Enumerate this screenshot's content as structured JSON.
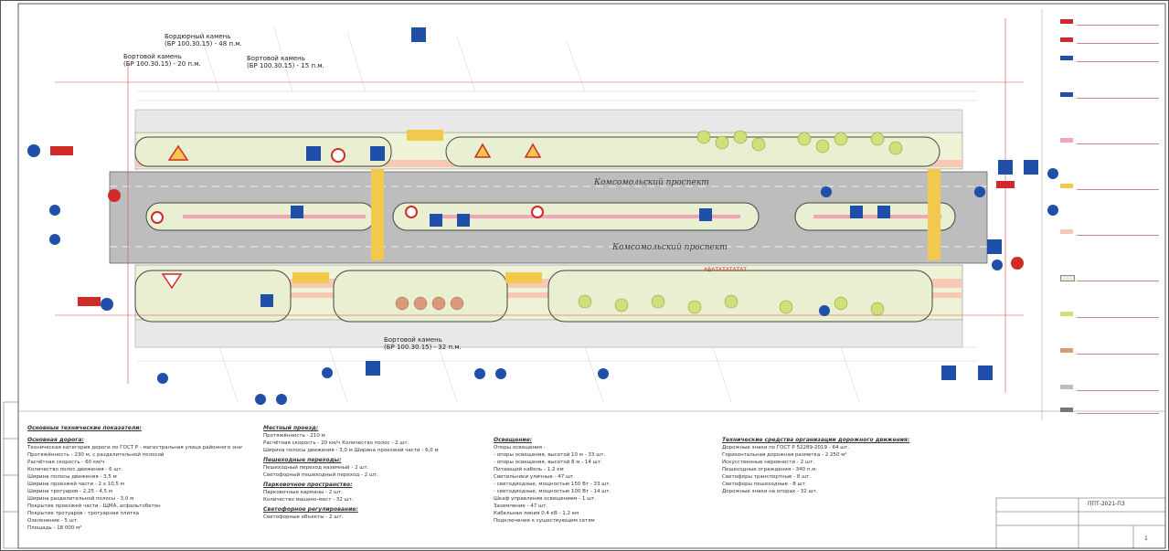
{
  "drawing": {
    "road_name_upper": "Комсомольский проспект",
    "road_name_lower": "Комсомольский проспект",
    "labels": {
      "boundary_top_1": "Бордюрный камень",
      "boundary_top_1_sub": "(БР 100.30.15) - 48 п.м.",
      "boundary_top_2": "Бортовой камень",
      "boundary_top_2_sub": "(БР 100.30.15) - 20 п.м.",
      "boundary_top_3": "Бортовой камень",
      "boundary_top_3_sub": "(БР 100.30.15) - 15 п.м.",
      "bottom_center": "Бортовой камень",
      "bottom_center_sub": "(БР 100.30.15) - 32 п.м.",
      "stripe_label": "АВАТАТАТАТАТ"
    }
  },
  "notes": {
    "title": "Основные технические показатели:",
    "col1": {
      "heading": "Основная дорога:",
      "lines": [
        "Техническая категория дороги по ГОСТ Р - магистральная улица районного значения",
        "Протяжённость - 230 м, с разделительной полосой",
        "Расчётная скорость - 60 км/ч",
        "Количество полос движения - 6 шт.",
        "Ширина полосы движения - 3,5 м",
        "Ширина проезжей части - 2 x 10,5 м",
        "Ширина тротуаров - 2,25 - 4,5 м",
        "Ширина разделительной полосы - 3,0 м",
        "Покрытие проезжей части - ЩМА, асфальтобетон",
        "Покрытие тротуаров - тротуарная плитка",
        "Озеленение - 5 шт.",
        "Площадь - 18 000 м²"
      ]
    },
    "col2": {
      "heading": "Местный проезд:",
      "lines": [
        "Протяжённость - 210 м",
        "Расчётная скорость - 20 км/ч        Количество полос - 2 шт.",
        "Ширина полосы движения - 3,0 м     Ширина проезжей части - 6,0 м"
      ],
      "heading2": "Пешеходные переходы:",
      "lines2": [
        "Пешеходный переход наземный - 2 шт.",
        "Светофорный пешеходный переход - 2 шт."
      ],
      "heading3": "Парковочное пространство:",
      "lines3": [
        "Парковочные карманы - 2 шт.",
        "Количество машино-мест - 32 шт."
      ],
      "heading4": "Светофорное регулирование:",
      "lines4": [
        "Светофорные объекты - 2 шт."
      ]
    },
    "col3": {
      "heading": "Освещение:",
      "lines": [
        "Опоры освещения -",
        "- опоры освещения, высотой 10 м - 33 шт.",
        "- опоры освещения, высотой 8 м - 14 шт.",
        "Питающий кабель - 1,2 км",
        "Светильники уличные - 47 шт.",
        "- светодиодные, мощностью 150 Вт - 33 шт.",
        "- светодиодные, мощностью 100 Вт - 14 шт.",
        "Шкаф управления освещением - 1 шт.",
        "Заземление - 47 шт.",
        "Кабельная линия 0,4 кВ - 1,2 км",
        "Подключение к существующим сетям"
      ]
    },
    "col4": {
      "heading": "Технические средства организации дорожного движения:",
      "lines": [
        "Дорожные знаки по ГОСТ Р 52289-2019 - 64 шт.",
        "Горизонтальная дорожная разметка - 2 250 м²",
        "Искусственные неровности - 2 шт.",
        "Пешеходные ограждения - 340 п.м.",
        "Светофоры транспортные - 8 шт.",
        "Светофоры пешеходные - 8 шт.",
        "Дорожные знаки на опорах - 32 шт."
      ]
    }
  },
  "title_block": {
    "code": "ППТ-2021-ПЗ",
    "sheet": "1"
  }
}
